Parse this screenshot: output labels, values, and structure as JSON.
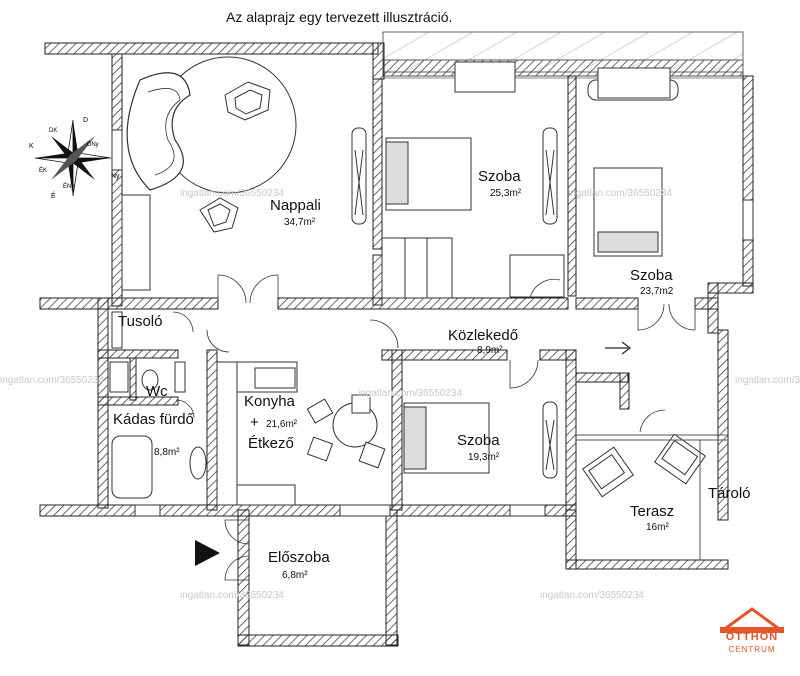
{
  "title": "Az alaprajz egy tervezett illusztráció.",
  "rooms": {
    "nappali": {
      "name": "Nappali",
      "area": "34,7m²"
    },
    "szoba1": {
      "name": "Szoba",
      "area": "25,3m²"
    },
    "szoba2": {
      "name": "Szoba",
      "area": "23,7m2"
    },
    "kozlekedo": {
      "name": "Közlekedő",
      "area": "8,9m²"
    },
    "tusolo": {
      "name": "Tusoló"
    },
    "wc": {
      "name": "Wc"
    },
    "kadas": {
      "name": "Kádas fürdő",
      "area": "8,8m²"
    },
    "konyha": {
      "line1": "Konyha",
      "line2": "+",
      "line3": "Étkező",
      "area": "21,6m²"
    },
    "szoba3": {
      "name": "Szoba",
      "area": "19,3m²"
    },
    "terasz": {
      "name": "Terasz",
      "area": "16m²"
    },
    "tarolo": {
      "name": "Tároló"
    },
    "eloszoba": {
      "name": "Előszoba",
      "area": "6,8m²"
    }
  },
  "compass": {
    "n": "É",
    "nyugat": "Ny",
    "kelet": "K",
    "del": "D",
    "ne": "ÉK",
    "nw": "ÉNy",
    "se": "DK",
    "sw": "DNy"
  },
  "watermark": "ingatlan.com/36550234",
  "logo": {
    "line1": "OTTHON",
    "line2": "CENTRUM",
    "color": "#e2562a"
  },
  "colors": {
    "wall_hatch": "#555555",
    "line": "#222222",
    "watermark": "#c9c9c9"
  }
}
